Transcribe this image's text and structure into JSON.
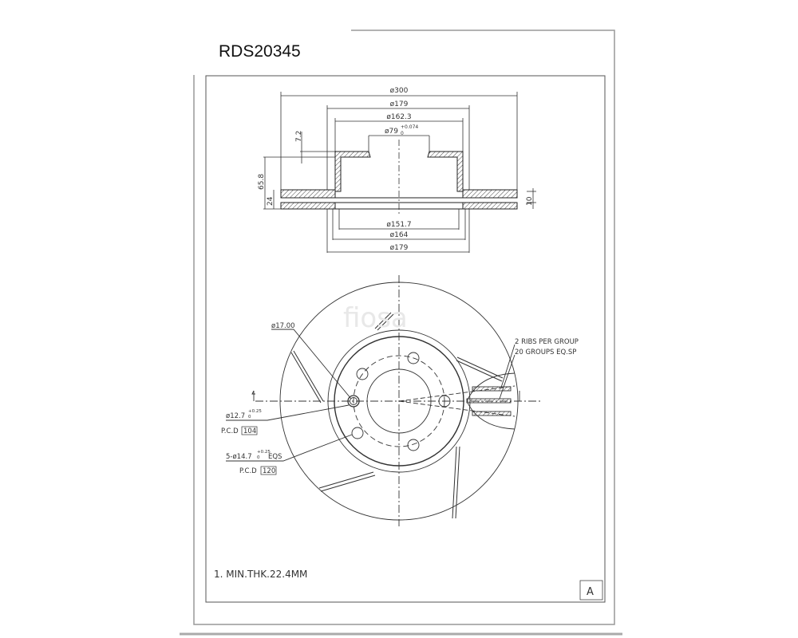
{
  "title": "RDS20345",
  "watermark": "fiosa",
  "section_view": {
    "dim_outer": "ø300",
    "dim_hat_top": "ø179",
    "dim_hat_inner": "ø162.3",
    "dim_bore": "ø79",
    "dim_bore_tol_upper": "+0.074",
    "dim_bore_tol_lower": "0",
    "dim_hat_thickness": "7.2",
    "dim_height": "65.8",
    "dim_disc_thickness": "24",
    "dim_vent_gap": "10",
    "dim_inner_1": "ø151.7",
    "dim_inner_2": "ø164",
    "dim_inner_3": "ø179"
  },
  "front_view": {
    "hole_dia": "ø17.00",
    "ribs_note_1": "2 RIBS PER GROUP",
    "ribs_note_2": "20 GROUPS EQ.SP",
    "locator_hole": "ø12.7",
    "locator_tol_upper": "+0.25",
    "locator_tol_lower": "0",
    "pcd_label_1": "P.C.D",
    "pcd_value_1": "104",
    "bolt_holes": "5-ø14.7",
    "bolt_tol_upper": "+0.25",
    "bolt_tol_lower": "0",
    "bolt_suffix": "EQS",
    "pcd_label_2": "P.C.D",
    "pcd_value_2": "120"
  },
  "note": "1. MIN.THK.22.4MM",
  "sheet_mark": "A"
}
